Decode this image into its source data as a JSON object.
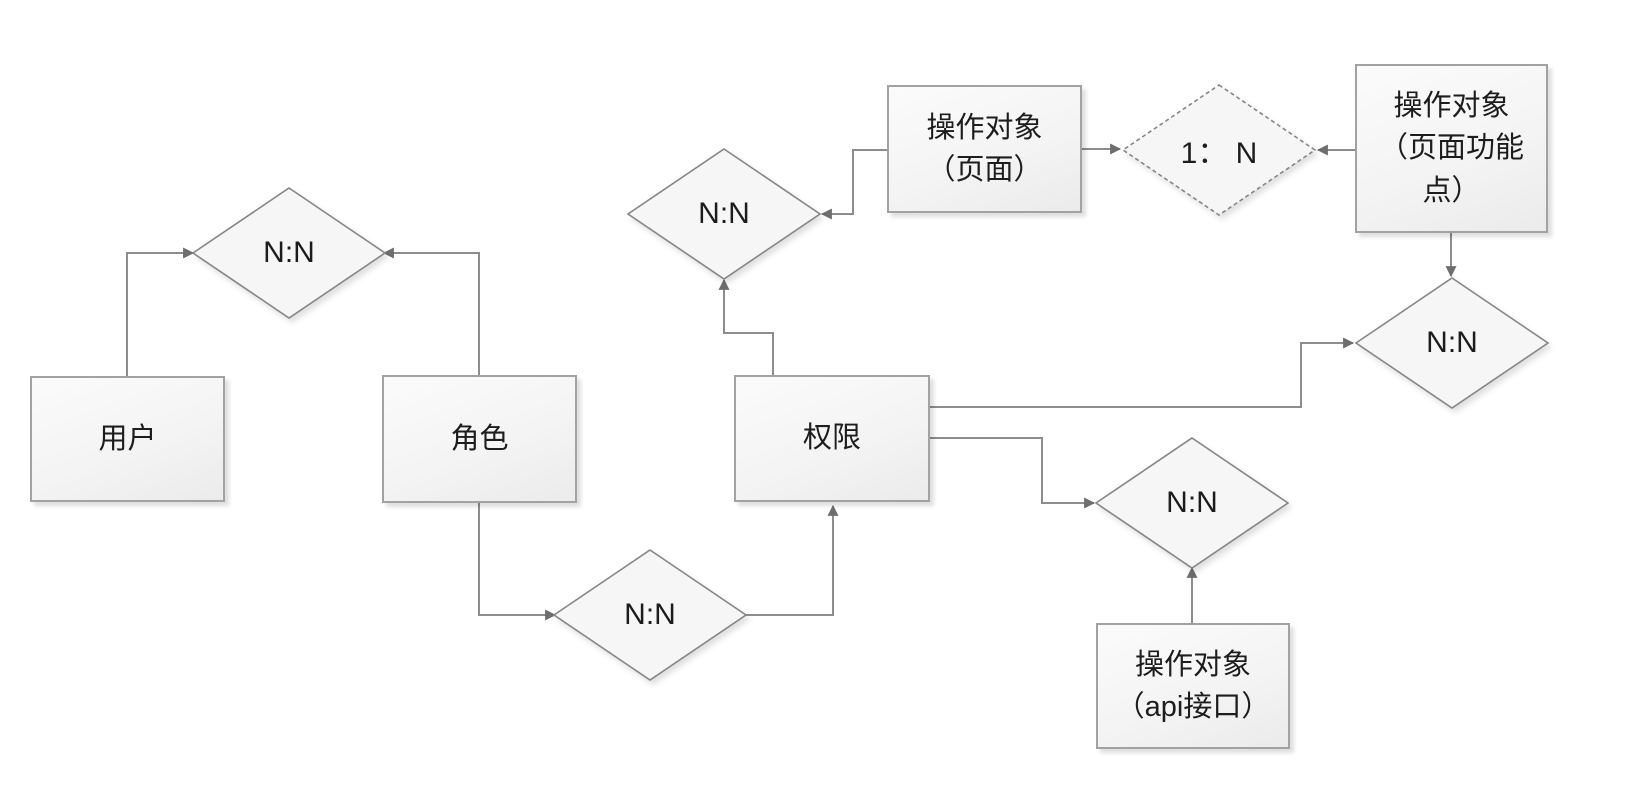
{
  "diagram": {
    "entities": [
      {
        "id": "user",
        "label": "用户"
      },
      {
        "id": "role",
        "label": "角色"
      },
      {
        "id": "permission",
        "label": "权限"
      },
      {
        "id": "page_object",
        "label_lines": [
          "操作对象",
          "（页面）"
        ]
      },
      {
        "id": "page_feature_object",
        "label_lines": [
          "操作对象",
          "（页面功能",
          "点）"
        ]
      },
      {
        "id": "api_object",
        "label_lines": [
          "操作对象",
          "（api接口）"
        ]
      }
    ],
    "relations": [
      {
        "id": "user_role",
        "label": "N:N",
        "border": "solid",
        "between": [
          "用户",
          "角色"
        ]
      },
      {
        "id": "permission_page",
        "label": "N:N",
        "border": "solid",
        "between": [
          "权限",
          "操作对象（页面）"
        ]
      },
      {
        "id": "page_page_feature",
        "label": "1： N",
        "border": "dashed",
        "between": [
          "操作对象（页面）",
          "操作对象（页面功能点）"
        ]
      },
      {
        "id": "permission_page_feature",
        "label": "N:N",
        "border": "solid",
        "between": [
          "权限",
          "操作对象（页面功能点）"
        ]
      },
      {
        "id": "permission_api",
        "label": "N:N",
        "border": "solid",
        "between": [
          "权限",
          "操作对象（api接口）"
        ]
      },
      {
        "id": "role_permission",
        "label": "N:N",
        "border": "solid",
        "between": [
          "角色",
          "权限"
        ]
      }
    ],
    "colors": {
      "background": "#ffffff",
      "shape_fill": "#f6f6f6",
      "shape_border": "#a2a2a2",
      "diamond_border": "#868686",
      "connector": "#8d8d8d",
      "arrowhead": "#6e6e6e",
      "text": "#1d1d1d"
    }
  }
}
